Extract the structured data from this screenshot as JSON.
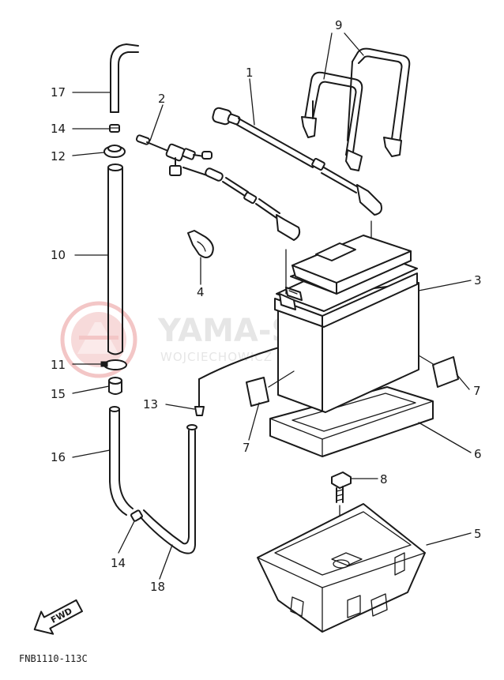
{
  "watermark": {
    "main": "YAMA-SHOP.PL",
    "sub": "WOJCIECHOWICZ | DEALER YAMAHA",
    "color": "#e6e6e6",
    "logo_color": "#f3c6c6"
  },
  "callouts": {
    "c1": "1",
    "c2": "2",
    "c3": "3",
    "c4": "4",
    "c5": "5",
    "c6": "6",
    "c7a": "7",
    "c7b": "7",
    "c8": "8",
    "c9": "9",
    "c10": "10",
    "c11": "11",
    "c12": "12",
    "c13": "13",
    "c14a": "14",
    "c14b": "14",
    "c15": "15",
    "c16": "16",
    "c17": "17",
    "c18": "18"
  },
  "fwd_label": "FWD",
  "figure_code": "FNB1110-113C",
  "line_color": "#1a1a1a"
}
